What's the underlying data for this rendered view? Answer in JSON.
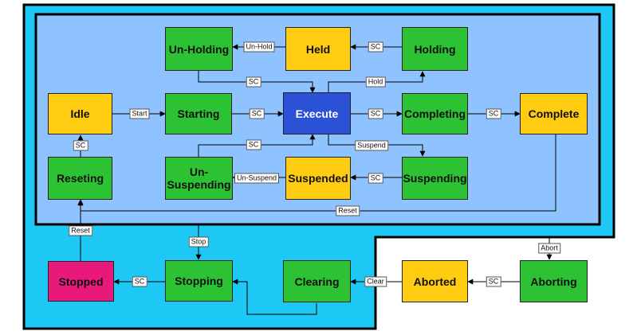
{
  "colors": {
    "outer_fill": "#1ec8f5",
    "inner_fill": "#8fc3ff",
    "running": "#2dc234",
    "wait": "#ffcc11",
    "execute": "#2b52d6",
    "stopped": "#e8197a"
  },
  "states": {
    "unholding": "Un-Holding",
    "held": "Held",
    "holding": "Holding",
    "idle": "Idle",
    "starting": "Starting",
    "execute": "Execute",
    "completing": "Completing",
    "complete": "Complete",
    "resetting": "Reseting",
    "unsuspending": "Un-\nSuspending",
    "suspended": "Suspended",
    "suspending": "Suspending",
    "stopped": "Stopped",
    "stopping": "Stopping",
    "clearing": "Clearing",
    "aborted": "Aborted",
    "aborting": "Aborting"
  },
  "transitions": {
    "unhold": "Un-Hold",
    "sc": "SC",
    "hold": "Hold",
    "start": "Start",
    "suspend": "Suspend",
    "unsuspend": "Un-Suspend",
    "reset": "Reset",
    "stop": "Stop",
    "abort": "Abort",
    "clear": "Clear"
  }
}
